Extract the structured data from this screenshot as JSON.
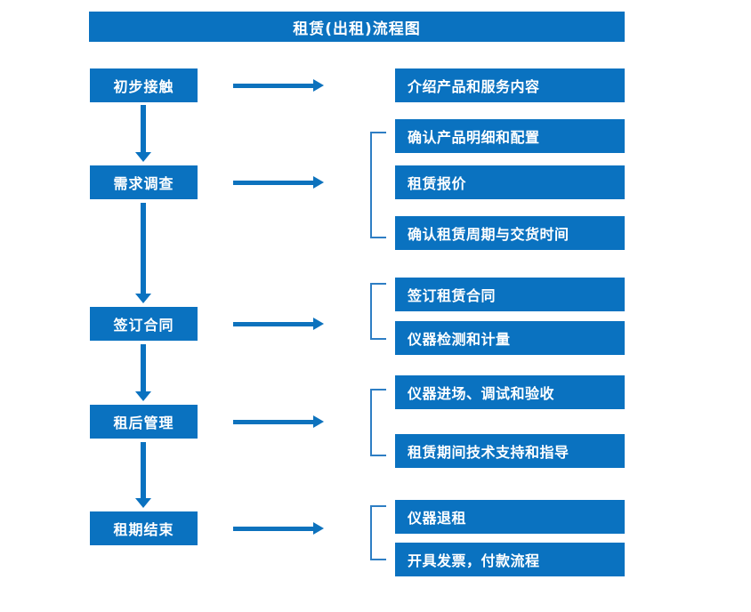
{
  "diagram": {
    "title": "租赁(出租)流程图",
    "colors": {
      "accent": "#0a72c0",
      "arrow": "#0d72bd",
      "bracket": "#2e7ec4",
      "text_on_accent": "#ffffff",
      "background": "#ffffff"
    },
    "stages": [
      {
        "id": "stage-1",
        "label": "初步接触",
        "details": [
          "介绍产品和服务内容"
        ],
        "has_bracket": false,
        "has_arrow": true
      },
      {
        "id": "stage-2",
        "label": "需求调查",
        "details": [
          "确认产品明细和配置",
          "租赁报价",
          "确认租赁周期与交货时间"
        ],
        "has_bracket": true,
        "has_arrow": true
      },
      {
        "id": "stage-3",
        "label": "签订合同",
        "details": [
          "签订租赁合同",
          "仪器检测和计量"
        ],
        "has_bracket": true,
        "has_arrow": true
      },
      {
        "id": "stage-4",
        "label": "租后管理",
        "details": [
          "仪器进场、调试和验收",
          "租赁期间技术支持和指导"
        ],
        "has_bracket": true,
        "has_arrow": true
      },
      {
        "id": "stage-5",
        "label": "租期结束",
        "details": [
          "仪器退租",
          "开具发票，付款流程"
        ],
        "has_bracket": true,
        "has_arrow": true
      }
    ]
  }
}
